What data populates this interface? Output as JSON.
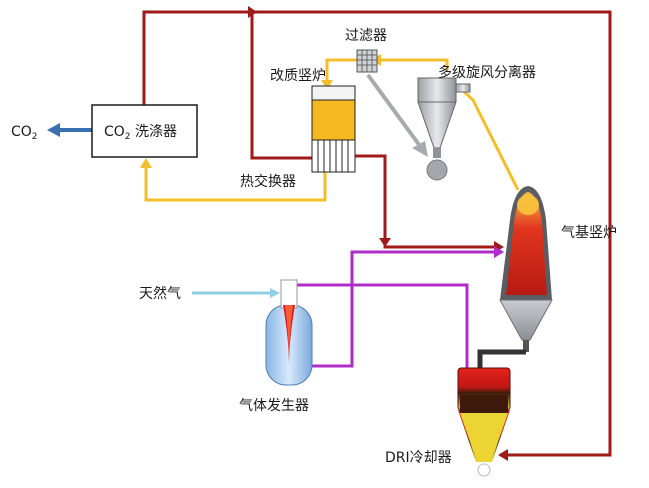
{
  "labels": {
    "co2_out": "CO",
    "co2_out_sub": "2",
    "scrubber_prefix": "CO",
    "scrubber_sub": "2",
    "scrubber_suffix": " 洗涤器",
    "filter": "过滤器",
    "reformer": "改质竖炉",
    "cyclone": "多级旋风分离器",
    "heat_exchanger": "热交换器",
    "shaft_furnace": "气基竖炉",
    "natural_gas": "天然气",
    "gas_generator": "气体发生器",
    "dri_cooler": "DRI冷却器"
  },
  "colors": {
    "red_line": "#a11a1a",
    "yellow_line": "#f2bf2a",
    "purple_line": "#b02cc9",
    "blue_arrow": "#3a6fb0",
    "natural_gas_line": "#8fd0e6"
  }
}
